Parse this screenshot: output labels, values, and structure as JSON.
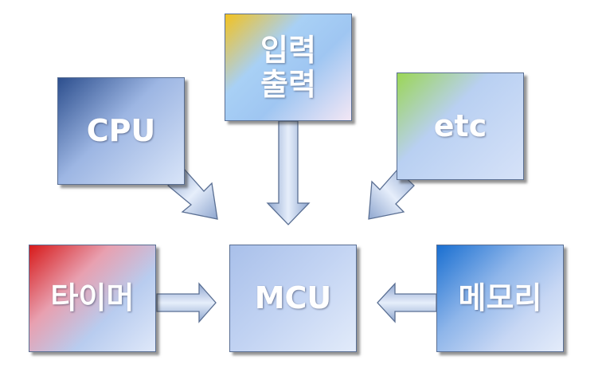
{
  "diagram": {
    "nodes": {
      "cpu": "CPU",
      "io": "입력\n출력",
      "etc": "etc",
      "timer": "타이머",
      "mcu": "MCU",
      "memory": "메모리"
    },
    "edges": [
      {
        "from": "cpu",
        "to": "mcu"
      },
      {
        "from": "io",
        "to": "mcu"
      },
      {
        "from": "etc",
        "to": "mcu"
      },
      {
        "from": "timer",
        "to": "mcu"
      },
      {
        "from": "memory",
        "to": "mcu"
      }
    ],
    "colors": {
      "border": "#5a6f93",
      "arrow_fill_light": "#e6eefb",
      "arrow_fill_dark": "#8ea6cf",
      "text": "#ffffff"
    }
  }
}
